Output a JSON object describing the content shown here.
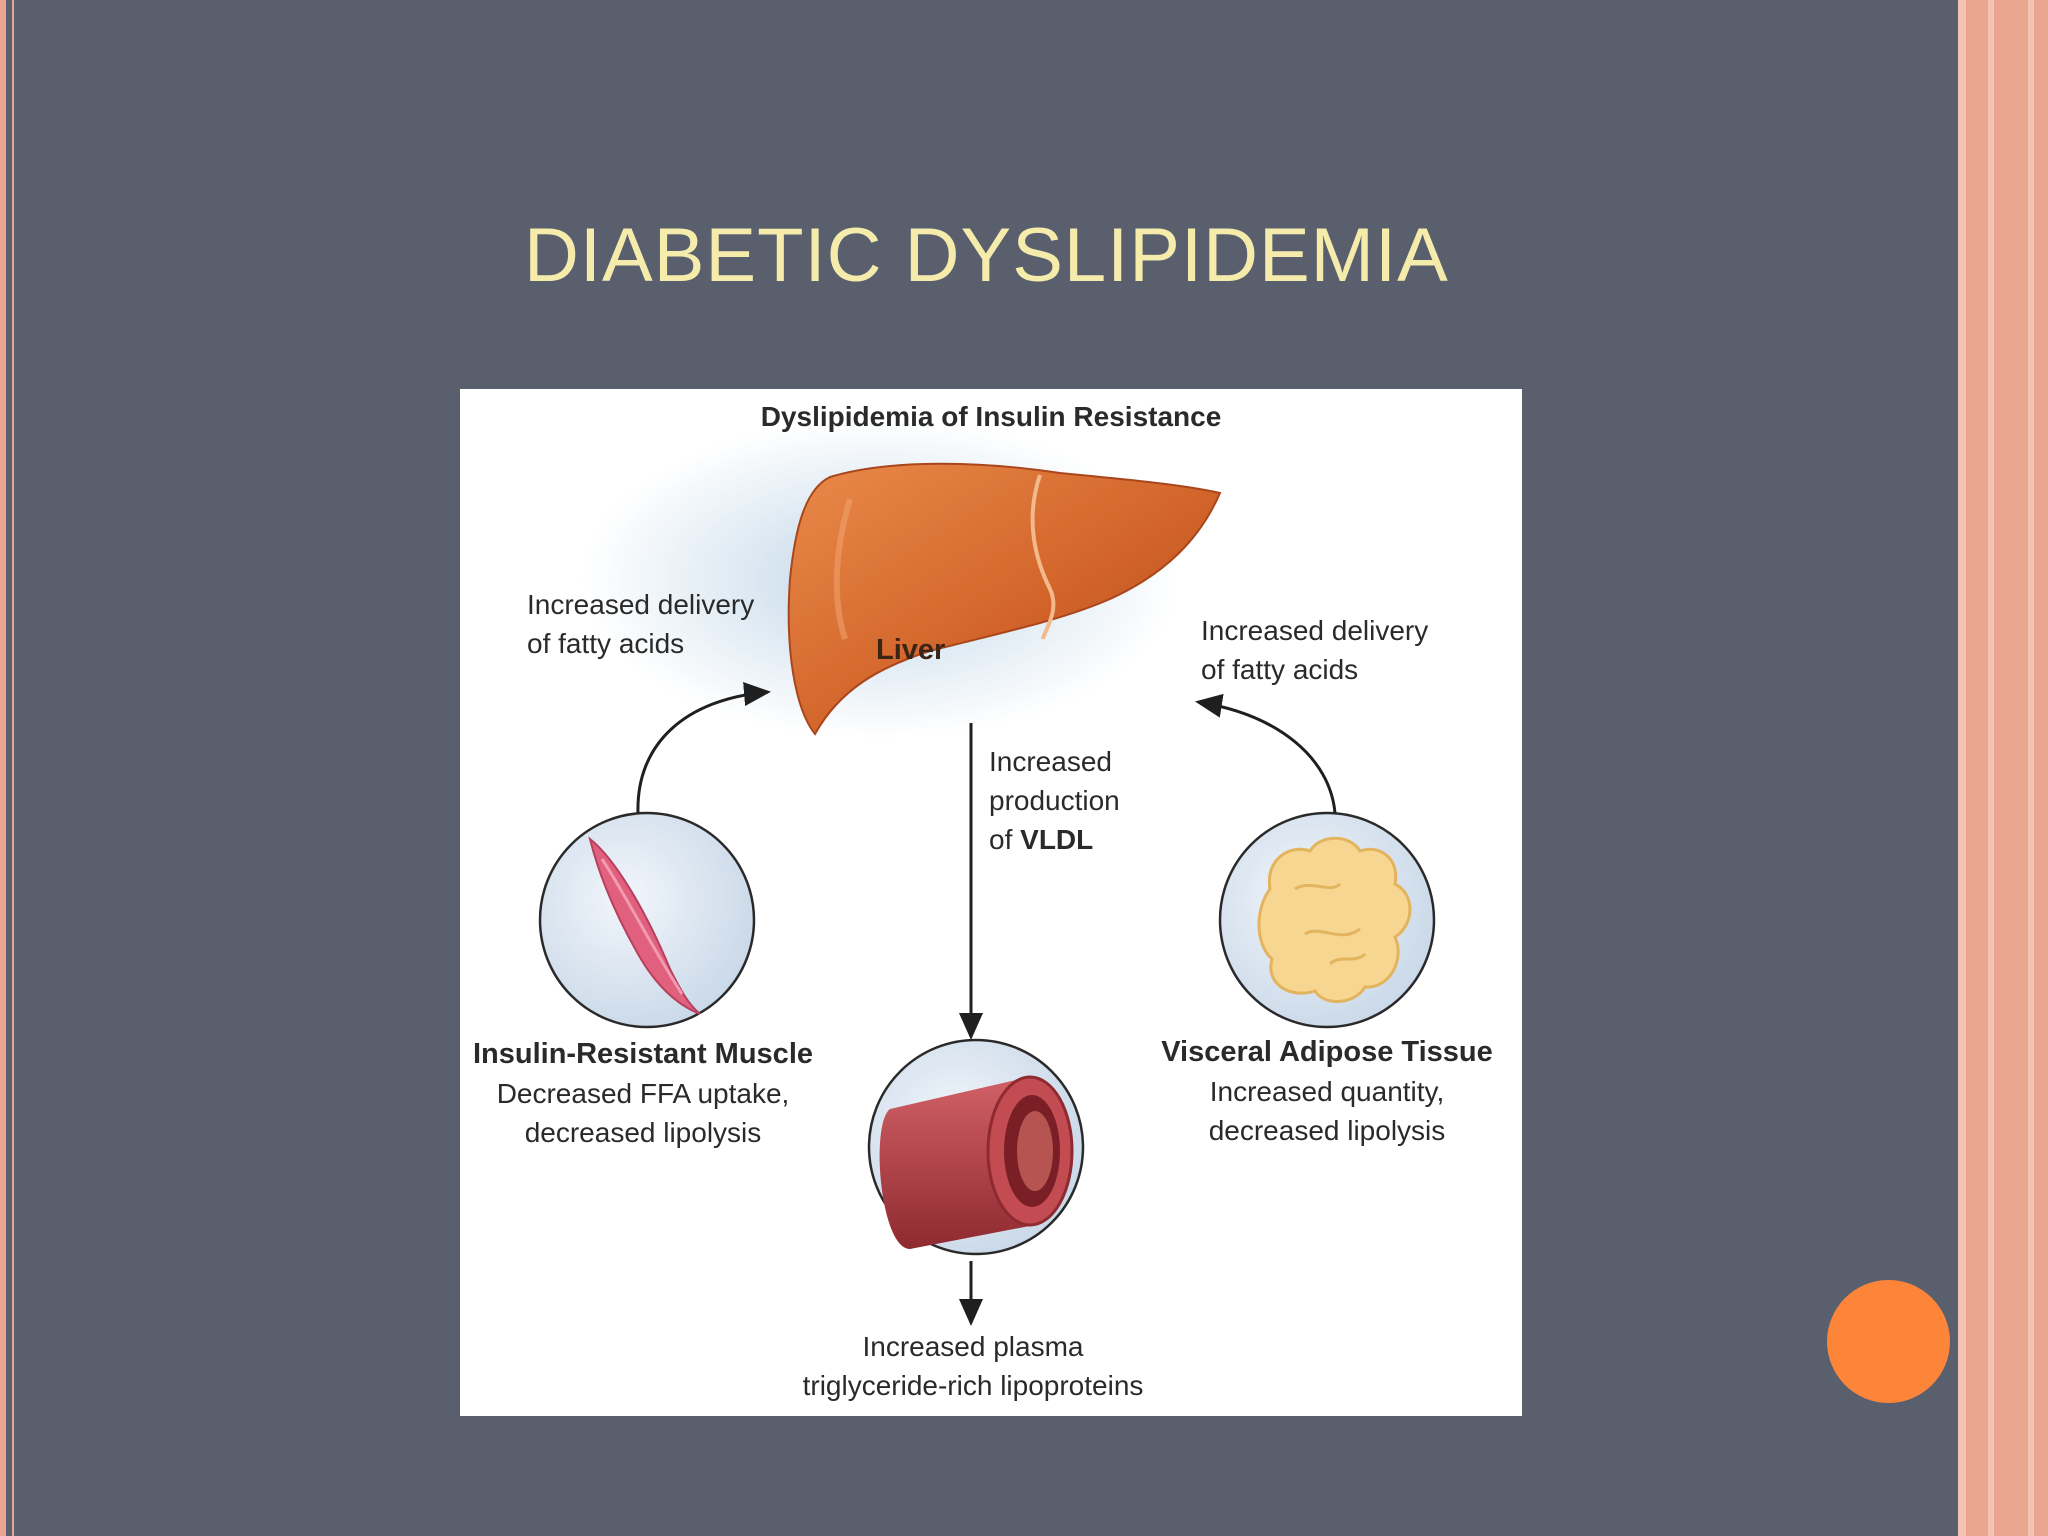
{
  "slide": {
    "title": "DIABETIC DYSLIPIDEMIA"
  },
  "figure": {
    "title": "Dyslipidemia of Insulin Resistance",
    "liver_label": "Liver",
    "left_arrow": {
      "line1": "Increased delivery",
      "line2": "of fatty acids"
    },
    "right_arrow": {
      "line1": "Increased delivery",
      "line2": "of fatty acids"
    },
    "center_arrow": {
      "line1": "Increased",
      "line2": "production",
      "line3_prefix": "of ",
      "line3_bold": "VLDL"
    },
    "muscle": {
      "title": "Insulin-Resistant Muscle",
      "line1": "Decreased FFA uptake,",
      "line2": "decreased lipolysis"
    },
    "adipose": {
      "title": "Visceral Adipose Tissue",
      "line1": "Increased quantity,",
      "line2": "decreased lipolysis"
    },
    "bottom": {
      "line1": "Increased plasma",
      "line2": "triglyceride-rich lipoproteins"
    }
  },
  "colors": {
    "background": "#5a5f6e",
    "title": "#f5ecac",
    "accent_dot": "#fd8539",
    "liver": "#d2642a",
    "muscle": "#e0607e",
    "adipose": "#f6d690",
    "vessel": "#b03a40"
  }
}
